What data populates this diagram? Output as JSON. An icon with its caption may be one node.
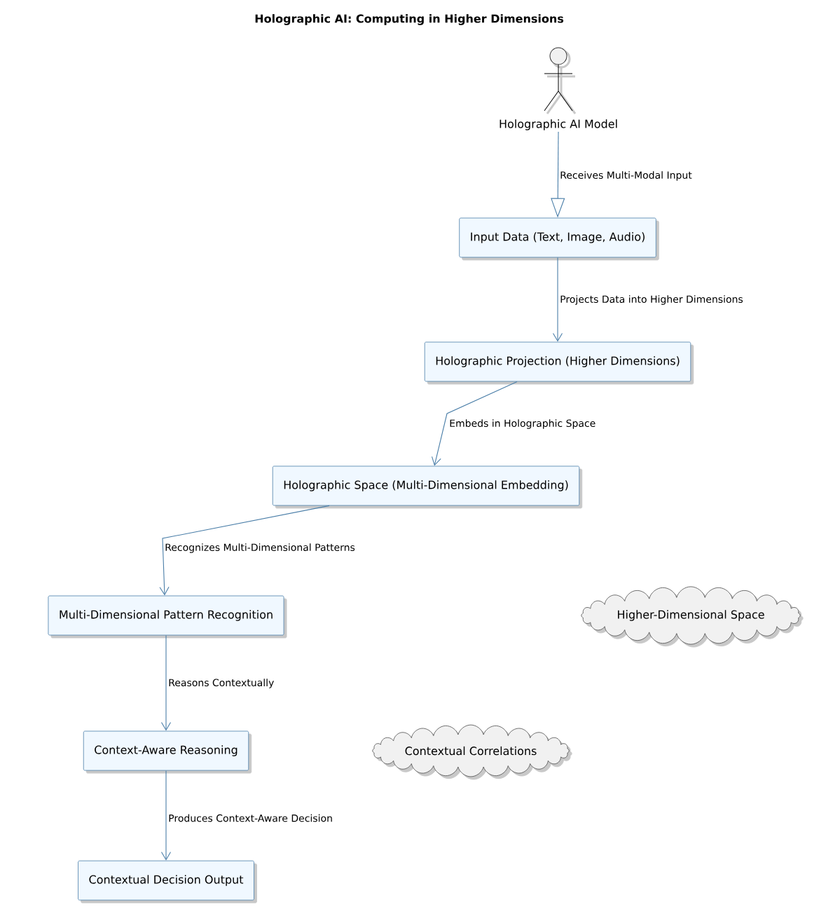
{
  "diagram": {
    "title": "Holographic AI: Computing in Higher Dimensions",
    "nodes": [
      {
        "text": [
          "Holographic AI Model"
        ]
      },
      {
        "text": [
          "Input Data (Text, Image, Audio)"
        ]
      },
      {
        "text": [
          "Holographic Projection (Higher Dimensions)"
        ]
      },
      {
        "text": [
          "Holographic Space (Multi-Dimensional Embedding)"
        ]
      },
      {
        "text": [
          "Multi-Dimensional Pattern Recognition"
        ]
      },
      {
        "text": [
          "Higher-Dimensional Space"
        ]
      },
      {
        "text": [
          "Context-Aware Reasoning"
        ]
      },
      {
        "text": [
          "Contextual Correlations"
        ]
      },
      {
        "text": [
          "Contextual Decision Output"
        ]
      }
    ],
    "edges": [
      {
        "from": 0,
        "to": 1,
        "arrow": "to",
        "label": "Receives Multi-Modal Input"
      },
      {
        "from": 1,
        "to": 2,
        "arrow": "to",
        "label": "Projects Data into Higher Dimensions"
      },
      {
        "from": 2,
        "to": 3,
        "arrow": "to",
        "label": "Embeds in Holographic Space"
      },
      {
        "from": 3,
        "to": 4,
        "arrow": "to",
        "label": "Recognizes Multi-Dimensional Patterns"
      },
      {
        "from": 4,
        "to": 6,
        "arrow": "to",
        "label": "Reasons Contextually"
      },
      {
        "from": 6,
        "to": 8,
        "arrow": "to",
        "label": "Produces Context-Aware Decision"
      }
    ]
  }
}
